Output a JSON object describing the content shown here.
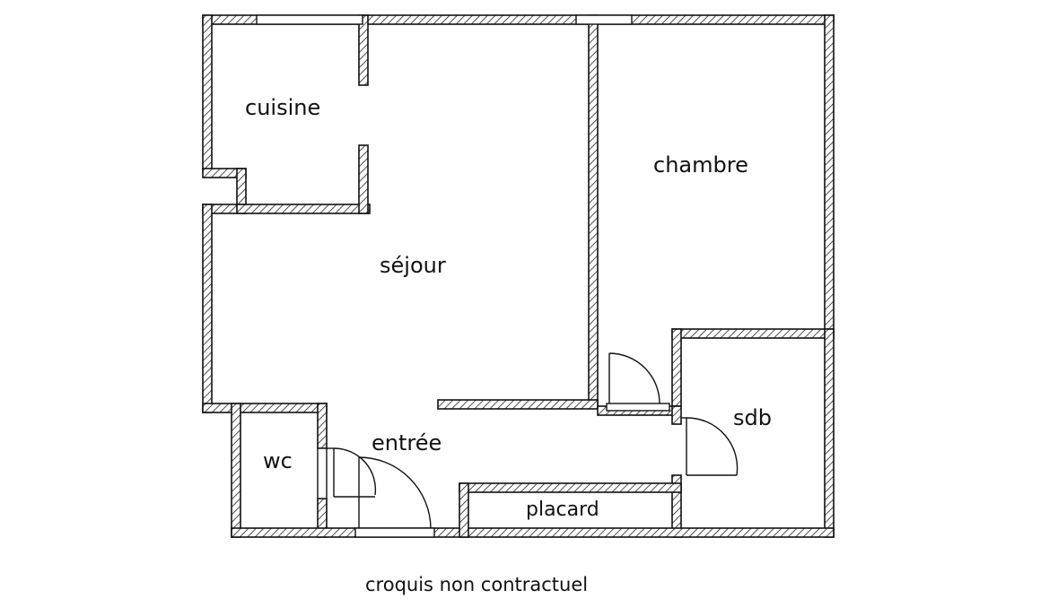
{
  "plan": {
    "rooms": {
      "cuisine": "cuisine",
      "chambre": "chambre",
      "sejour": "séjour",
      "wc": "wc",
      "entree": "entrée",
      "sdb": "sdb",
      "placard": "placard"
    },
    "caption": "croquis non contractuel"
  }
}
